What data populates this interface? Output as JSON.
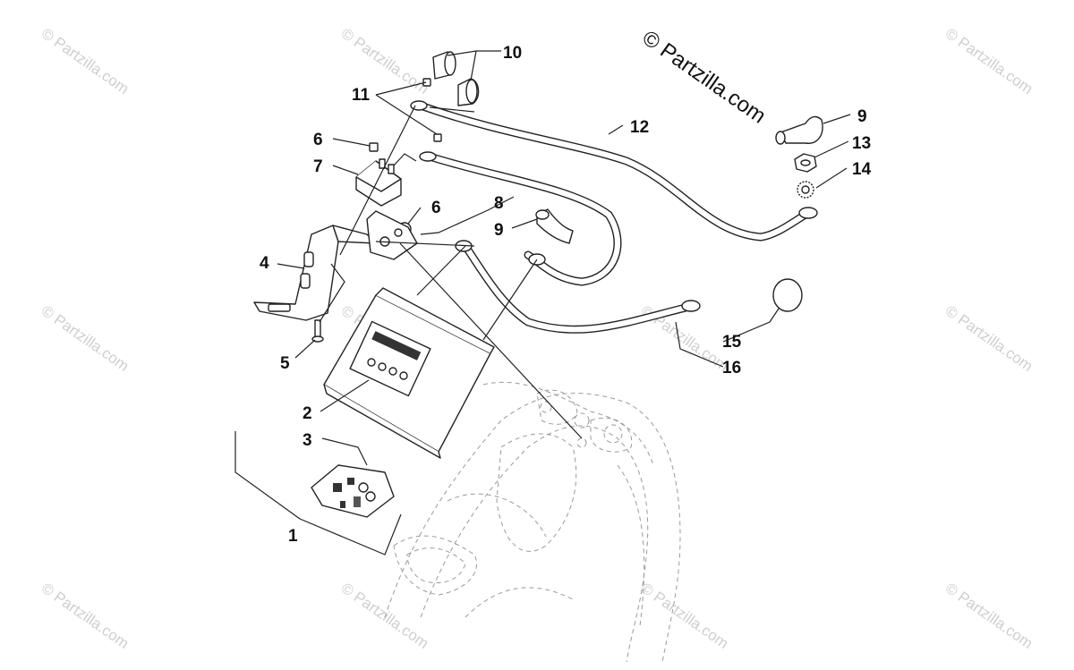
{
  "copyright": "© Partzilla.com",
  "watermark": "© Partzilla.com",
  "callouts": {
    "c1": "1",
    "c2": "2",
    "c3": "3",
    "c4": "4",
    "c5": "5",
    "c6a": "6",
    "c6b": "6",
    "c7": "7",
    "c8": "8",
    "c9a": "9",
    "c9b": "9",
    "c10": "10",
    "c11": "11",
    "c12": "12",
    "c13": "13",
    "c14": "14",
    "c15": "15",
    "c16": "16"
  }
}
